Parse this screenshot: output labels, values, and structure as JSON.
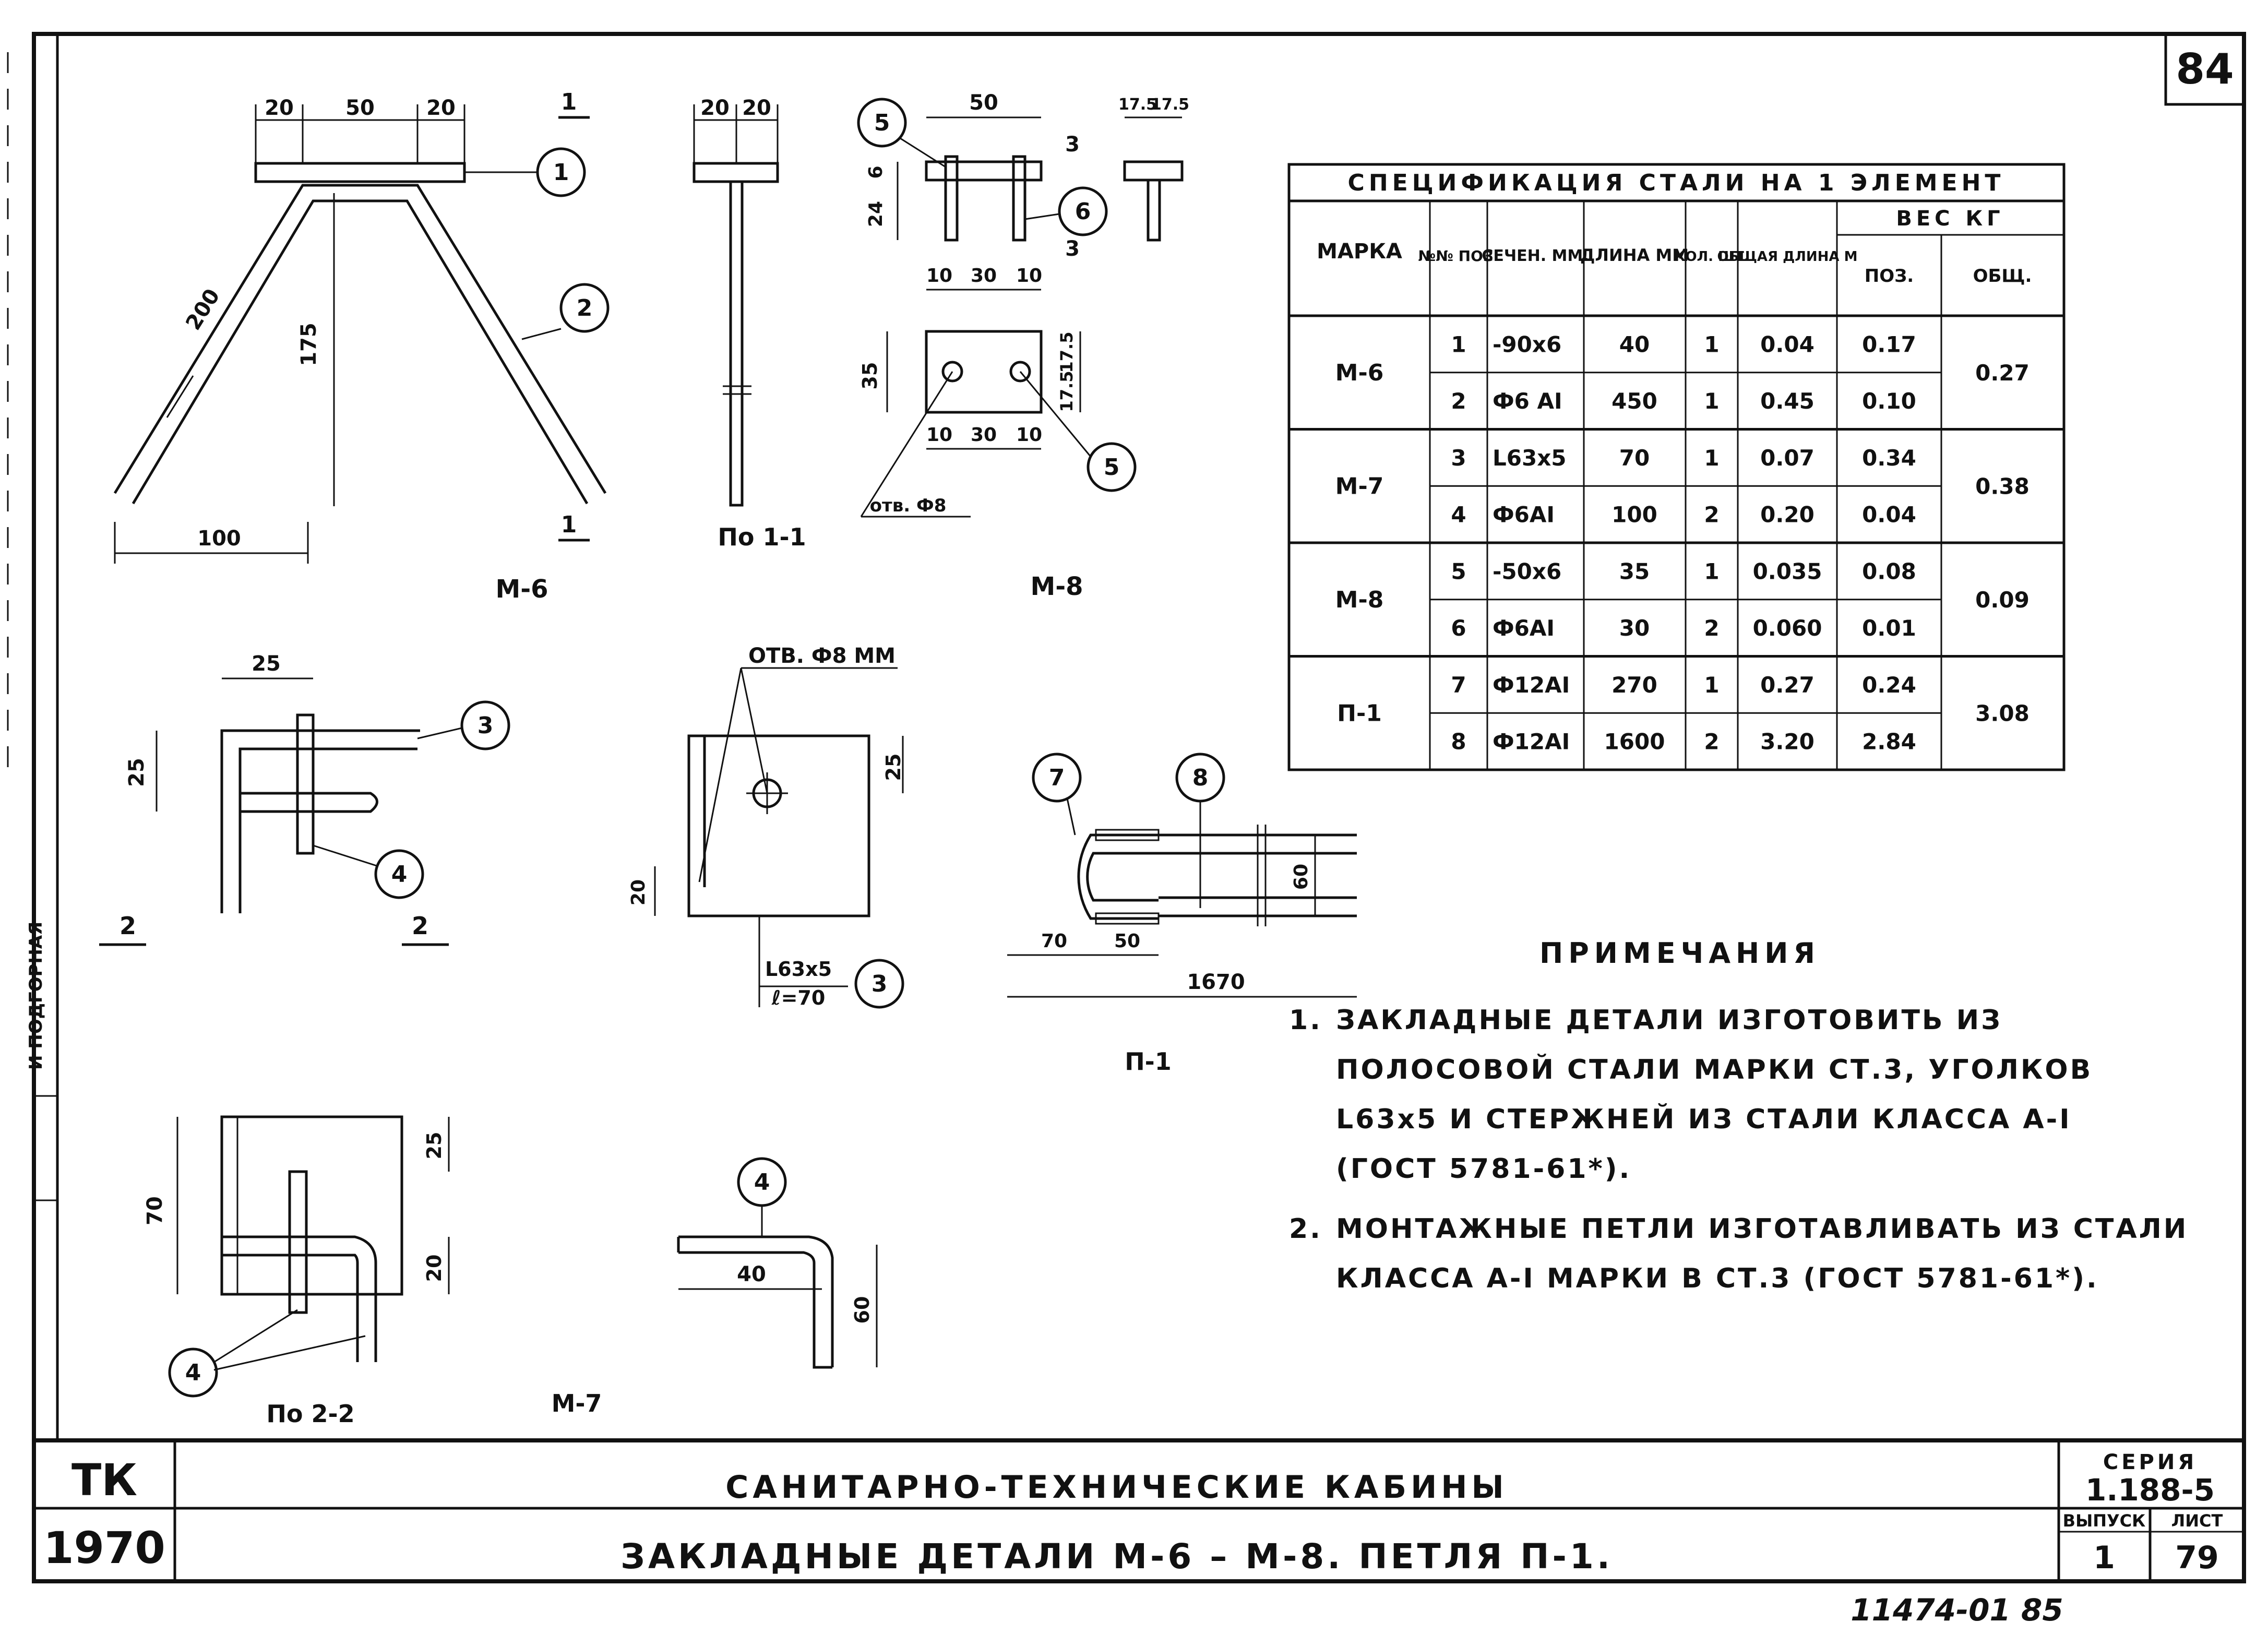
{
  "sheet": {
    "sheet_no_corner": "84",
    "stamp_bottom": "11474-01 85",
    "side_label": "И ПОДГОРНАЯ"
  },
  "title_block": {
    "org": "ТК",
    "year": "1970",
    "title_main": "САНИТАРНО-ТЕХНИЧЕСКИЕ   КАБИНЫ",
    "title_sub": "ЗАКЛАДНЫЕ   ДЕТАЛИ   М-6 – М-8.  ПЕТЛЯ  П-1.",
    "series_label": "СЕРИЯ",
    "series_value": "1.188-5",
    "issue_label": "ВЫПУСК",
    "issue_value": "1",
    "sheet_label": "ЛИСТ",
    "sheet_value": "79"
  },
  "drawings": {
    "m6": {
      "caption": "М-6",
      "dims": [
        "20",
        "50",
        "20",
        "200",
        "175",
        "100"
      ],
      "section_mark": "1",
      "callouts": [
        "1",
        "2"
      ]
    },
    "section11": {
      "caption": "По 1-1",
      "dims": [
        "20",
        "20"
      ]
    },
    "m8": {
      "caption": "М-8",
      "dims": [
        "50",
        "6",
        "24",
        "10",
        "30",
        "10",
        "35",
        "17.5",
        "17.5",
        "10",
        "30",
        "10",
        "17.5",
        "17.5"
      ],
      "hole_note": "отв. Ф8",
      "section_mark": "3",
      "callouts": [
        "5",
        "6",
        "5"
      ]
    },
    "m7_plan": {
      "dims": [
        "25",
        "25"
      ],
      "section_mark": "2",
      "callouts": [
        "3",
        "4"
      ]
    },
    "m7_angle": {
      "hole_note": "ОТВ. Ф8 ММ",
      "profile": "L63x5",
      "length": "ℓ=70",
      "dims": [
        "25",
        "20"
      ],
      "callouts": [
        "3"
      ]
    },
    "p1": {
      "caption": "П-1",
      "dims": [
        "60",
        "70",
        "50",
        "1670"
      ],
      "callouts": [
        "7",
        "8"
      ]
    },
    "section22": {
      "caption": "По 2-2",
      "dims": [
        "70",
        "25",
        "20"
      ],
      "callouts": [
        "4"
      ]
    },
    "m7_bar": {
      "caption": "М-7",
      "dims": [
        "40",
        "60"
      ],
      "callouts": [
        "4"
      ]
    }
  },
  "spec_table": {
    "title": "СПЕЦИФИКАЦИЯ     СТАЛИ   НА  1  ЭЛЕМЕНТ",
    "headers": {
      "mark": "МАРКА",
      "pos": "№№ ПОЗ.",
      "section": "СЕЧЕН. ММ.",
      "length": "ДЛИНА ММ",
      "qty": "КОЛ. ШТ.",
      "total_length": "ОБЩАЯ ДЛИНА М",
      "weight": "ВЕС  КГ",
      "weight_pos": "ПОЗ.",
      "weight_total": "ОБЩ."
    },
    "groups": [
      {
        "mark": "М-6",
        "total": "0.27",
        "rows": [
          {
            "pos": "1",
            "section": "-90x6",
            "length": "40",
            "qty": "1",
            "total_length": "0.04",
            "weight": "0.17"
          },
          {
            "pos": "2",
            "section": "Ф6 АI",
            "length": "450",
            "qty": "1",
            "total_length": "0.45",
            "weight": "0.10"
          }
        ]
      },
      {
        "mark": "М-7",
        "total": "0.38",
        "rows": [
          {
            "pos": "3",
            "section": "L63x5",
            "length": "70",
            "qty": "1",
            "total_length": "0.07",
            "weight": "0.34"
          },
          {
            "pos": "4",
            "section": "Ф6АI",
            "length": "100",
            "qty": "2",
            "total_length": "0.20",
            "weight": "0.04"
          }
        ]
      },
      {
        "mark": "М-8",
        "total": "0.09",
        "rows": [
          {
            "pos": "5",
            "section": "-50x6",
            "length": "35",
            "qty": "1",
            "total_length": "0.035",
            "weight": "0.08"
          },
          {
            "pos": "6",
            "section": "Ф6АI",
            "length": "30",
            "qty": "2",
            "total_length": "0.060",
            "weight": "0.01"
          }
        ]
      },
      {
        "mark": "П-1",
        "total": "3.08",
        "rows": [
          {
            "pos": "7",
            "section": "Ф12АI",
            "length": "270",
            "qty": "1",
            "total_length": "0.27",
            "weight": "0.24"
          },
          {
            "pos": "8",
            "section": "Ф12АI",
            "length": "1600",
            "qty": "2",
            "total_length": "3.20",
            "weight": "2.84"
          }
        ]
      }
    ]
  },
  "notes": {
    "heading": "ПРИМЕЧАНИЯ",
    "items": [
      {
        "num": "1.",
        "lines": [
          "ЗАКЛАДНЫЕ  ДЕТАЛИ  ИЗГОТОВИТЬ  ИЗ",
          "ПОЛОСОВОЙ   СТАЛИ   МАРКИ  СТ.3, УГОЛКОВ",
          "L63x5   И   СТЕРЖНЕЙ   ИЗ  СТАЛИ  КЛАССА А-I",
          "(ГОСТ  5781-61*)."
        ]
      },
      {
        "num": "2.",
        "lines": [
          "МОНТАЖНЫЕ  ПЕТЛИ  ИЗГОТАВЛИВАТЬ  ИЗ  СТАЛИ",
          "КЛАССА  А-I  МАРКИ  В СТ.3  (ГОСТ  5781-61*)."
        ]
      }
    ]
  }
}
